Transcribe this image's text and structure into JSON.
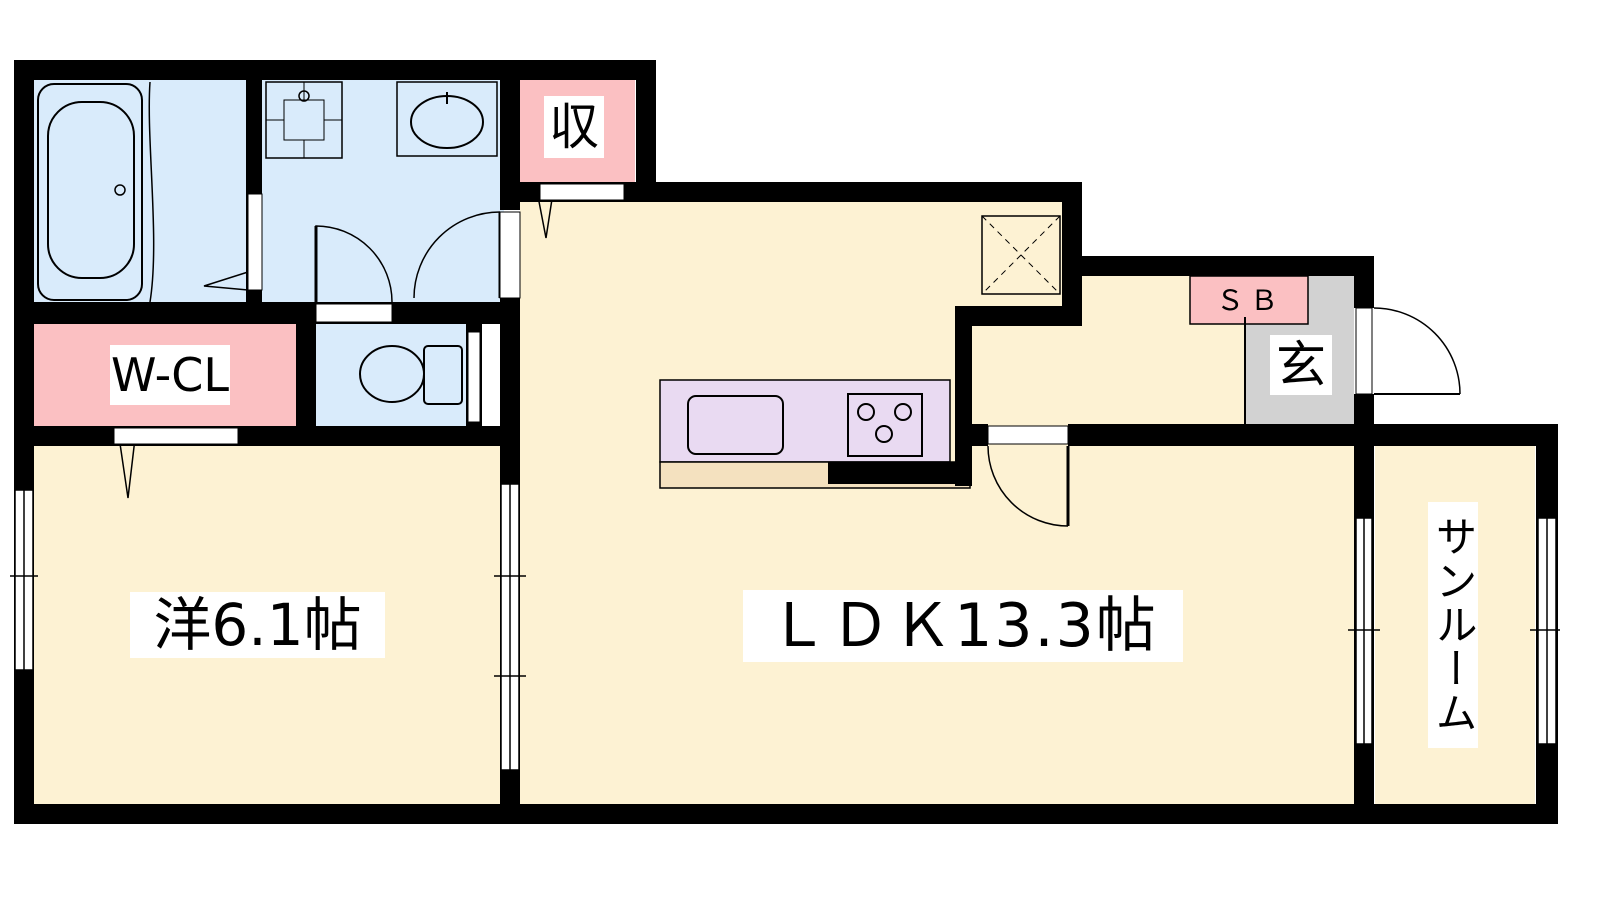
{
  "rooms": {
    "western": {
      "label": "洋6.1帖"
    },
    "ldk": {
      "label": "ＬＤＫ13.3帖"
    },
    "walk_in_closet": {
      "label": "W-CL"
    },
    "storage": {
      "label": "収"
    },
    "entrance": {
      "label": "玄"
    },
    "shoe_box": {
      "label": "ＳＢ"
    },
    "sunroom": {
      "label": "サンルーム"
    }
  },
  "colors": {
    "living_floor": "#fdf2d3",
    "wet_area": "#d9ebfb",
    "storage": "#fbc0c2",
    "entrance_floor": "#d2d2d2",
    "kitchen_counter": "#e9daf2",
    "wall": "#000000"
  }
}
